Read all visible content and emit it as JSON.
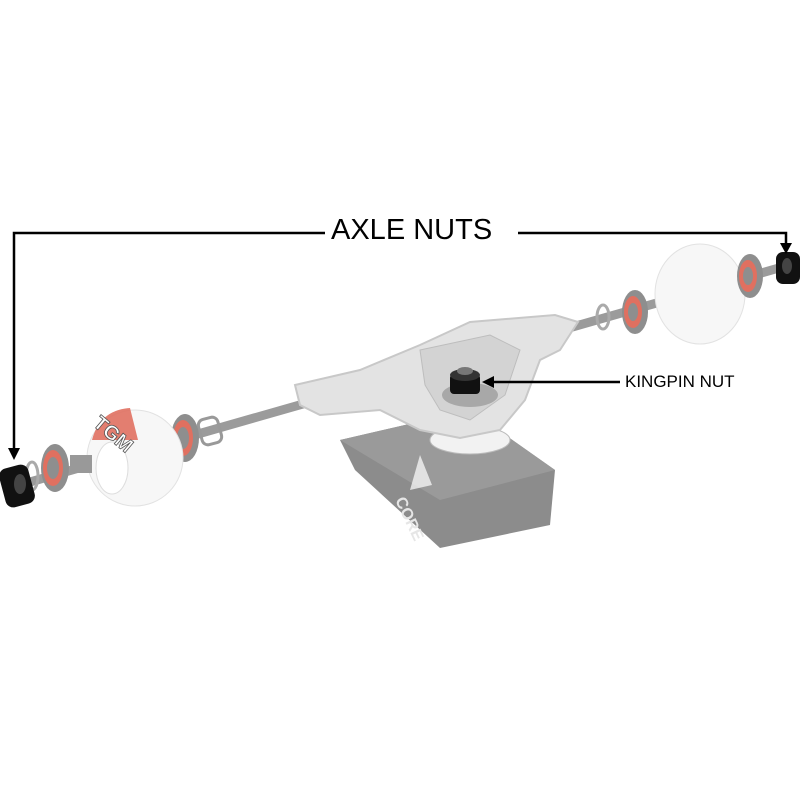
{
  "labels": {
    "axle_nuts": "AXLE NUTS",
    "kingpin_nut": "KINGPIN NUT"
  },
  "logos": {
    "wheel_logo": "TGM",
    "baseplate_logo": "CORE"
  },
  "colors": {
    "background": "#ffffff",
    "callout": "#000000",
    "hanger": "#e2e2e2",
    "baseplate": "#8a8a8a",
    "bearing_ring": "#e07060",
    "nut": "#111111",
    "wheel": "#f7f7f7"
  }
}
